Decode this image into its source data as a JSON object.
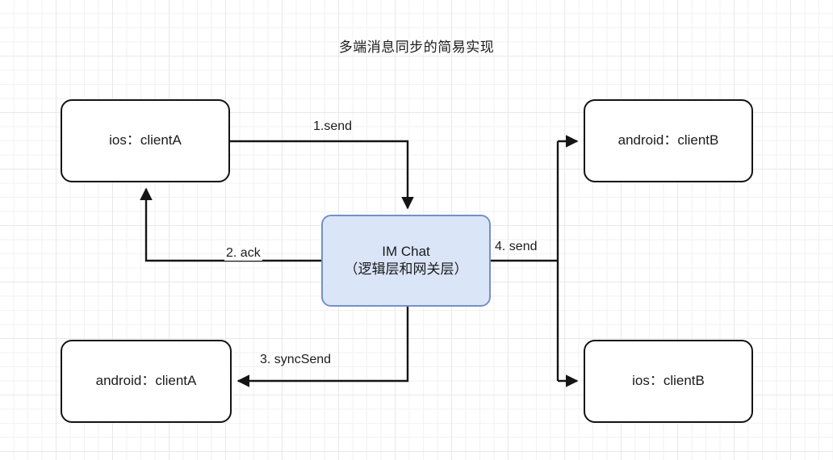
{
  "diagram": {
    "title": "多端消息同步的简易实现",
    "nodes": [
      {
        "id": "ios-clienta",
        "label": "ios：clientA",
        "style": "plain"
      },
      {
        "id": "android-clientb",
        "label": "android：clientB",
        "style": "plain"
      },
      {
        "id": "im-chat",
        "label": "IM Chat",
        "label2": "（逻辑层和网关层）",
        "style": "accent"
      },
      {
        "id": "android-clienta",
        "label": "android：clientA",
        "style": "plain"
      },
      {
        "id": "ios-clientb",
        "label": "ios：clientB",
        "style": "plain"
      }
    ],
    "edges": [
      {
        "id": "send1",
        "label": "1.send",
        "from": "ios-clienta",
        "to": "im-chat"
      },
      {
        "id": "ack2",
        "label": "2. ack",
        "from": "im-chat",
        "to": "ios-clienta"
      },
      {
        "id": "syncsend3",
        "label": "3. syncSend",
        "from": "im-chat",
        "to": "android-clienta"
      },
      {
        "id": "send4",
        "label": "4. send",
        "from": "im-chat",
        "to": "android-clientb, ios-clientb"
      }
    ],
    "colors": {
      "accent_fill": "#dae5f8",
      "accent_border": "#7591c4",
      "node_border": "#141414",
      "edge_stroke": "#141414",
      "grid_minor": "#f2f2f2",
      "grid_major": "#e8e8e8",
      "canvas": "#ffffff"
    }
  }
}
